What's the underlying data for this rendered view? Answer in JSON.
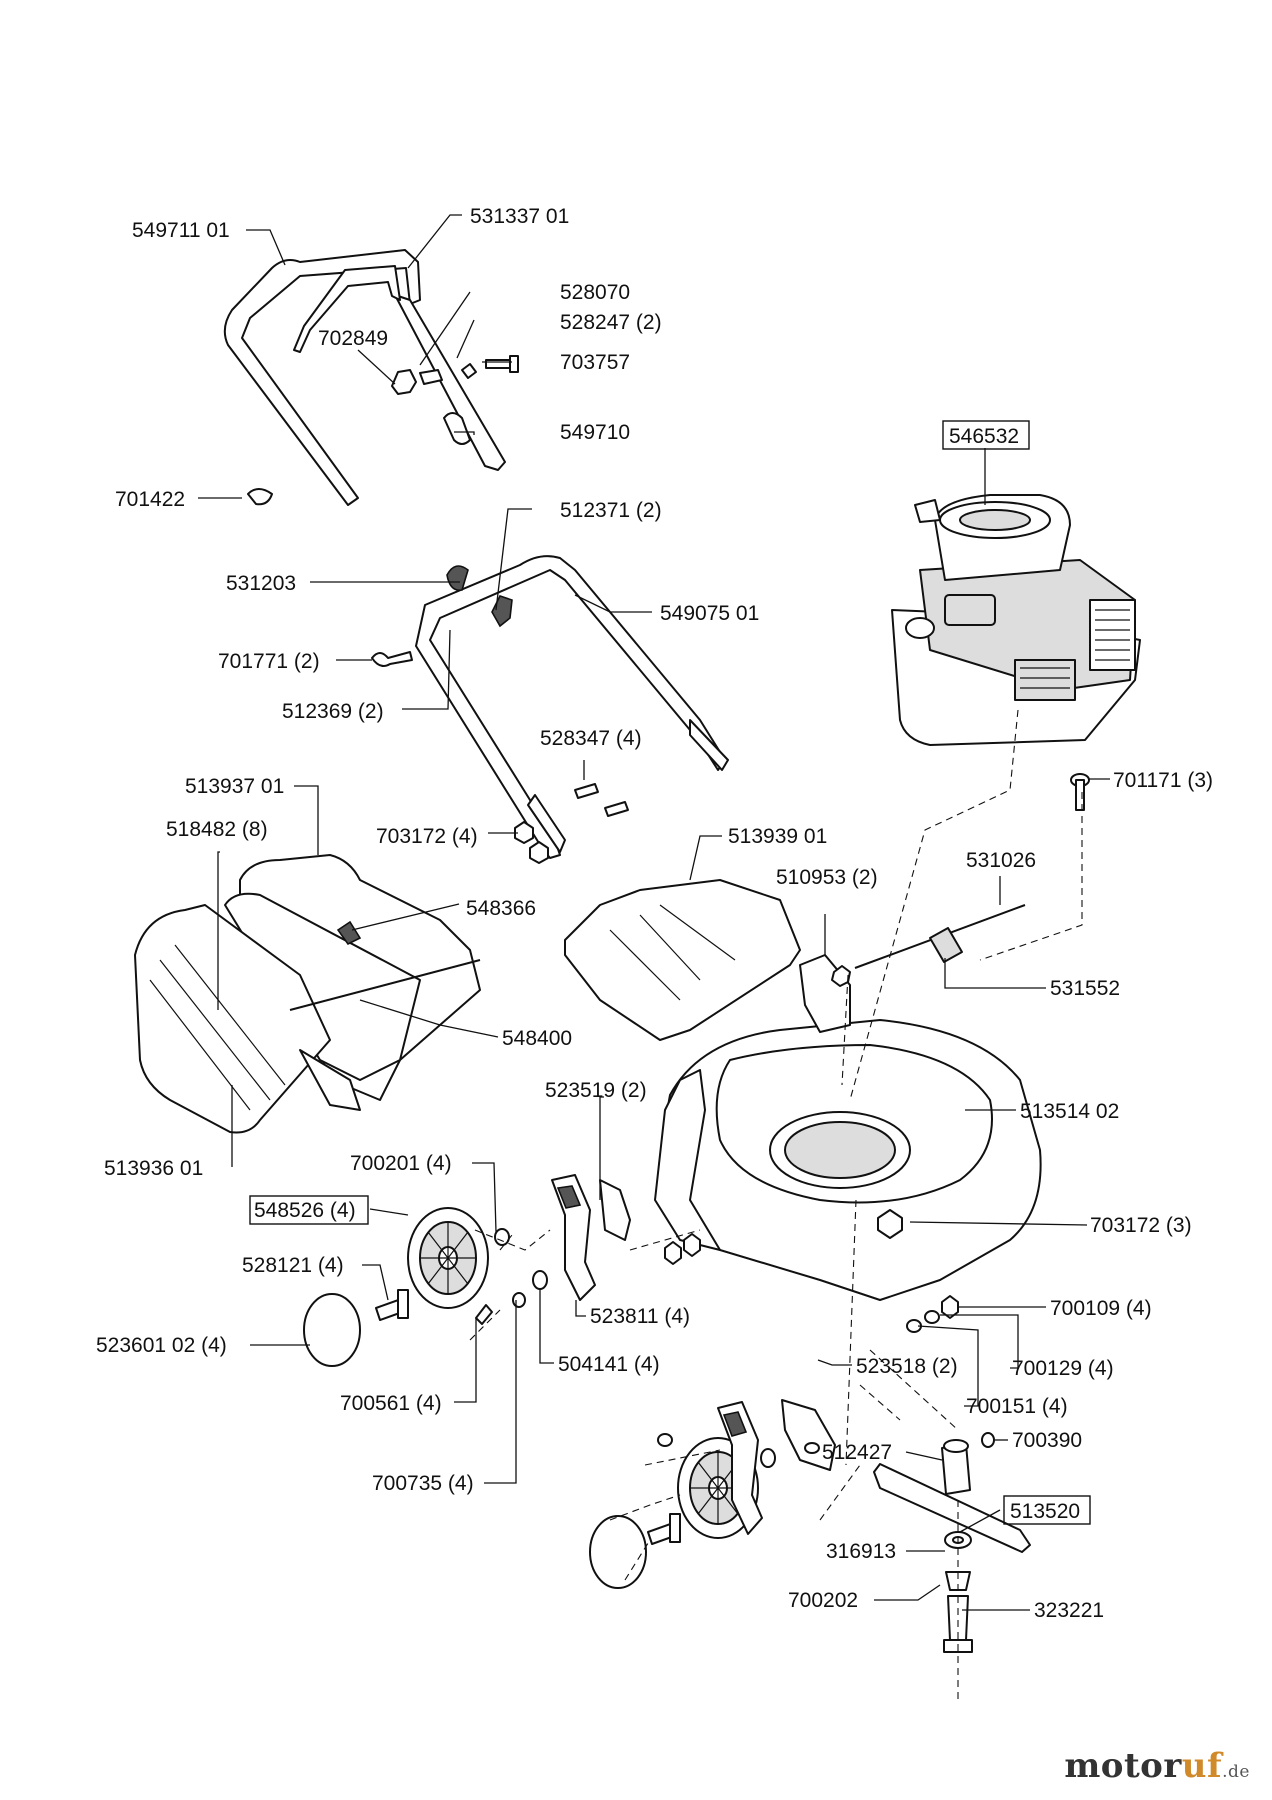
{
  "labels": [
    {
      "id": "p549711",
      "text": "549711 01"
    },
    {
      "id": "p531337",
      "text": "531337 01"
    },
    {
      "id": "p528070",
      "text": "528070"
    },
    {
      "id": "p528247",
      "text": "528247 (2)"
    },
    {
      "id": "p702849",
      "text": "702849"
    },
    {
      "id": "p703757",
      "text": "703757"
    },
    {
      "id": "p549710",
      "text": "549710"
    },
    {
      "id": "p701422",
      "text": "701422"
    },
    {
      "id": "p546532",
      "text": "546532"
    },
    {
      "id": "p512371",
      "text": "512371 (2)"
    },
    {
      "id": "p531203",
      "text": "531203"
    },
    {
      "id": "p549075",
      "text": "549075 01"
    },
    {
      "id": "p701771",
      "text": "701771 (2)"
    },
    {
      "id": "p512369",
      "text": "512369 (2)"
    },
    {
      "id": "p528347",
      "text": "528347 (4)"
    },
    {
      "id": "p701171",
      "text": "701171 (3)"
    },
    {
      "id": "p513937",
      "text": "513937 01"
    },
    {
      "id": "p518482",
      "text": "518482 (8)"
    },
    {
      "id": "p703172a",
      "text": "703172 (4)"
    },
    {
      "id": "p513939",
      "text": "513939 01"
    },
    {
      "id": "p531026",
      "text": "531026"
    },
    {
      "id": "p510953",
      "text": "510953 (2)"
    },
    {
      "id": "p548366",
      "text": "548366"
    },
    {
      "id": "p531552",
      "text": "531552"
    },
    {
      "id": "p548400",
      "text": "548400"
    },
    {
      "id": "p523519",
      "text": "523519 (2)"
    },
    {
      "id": "p513514",
      "text": "513514 02"
    },
    {
      "id": "p513936",
      "text": "513936 01"
    },
    {
      "id": "p700201",
      "text": "700201 (4)"
    },
    {
      "id": "p548526",
      "text": "548526 (4)"
    },
    {
      "id": "p703172b",
      "text": "703172 (3)"
    },
    {
      "id": "p528121",
      "text": "528121 (4)"
    },
    {
      "id": "p700109",
      "text": "700109 (4)"
    },
    {
      "id": "p523811",
      "text": "523811 (4)"
    },
    {
      "id": "p523601",
      "text": "523601 02 (4)"
    },
    {
      "id": "p504141",
      "text": "504141 (4)"
    },
    {
      "id": "p523518",
      "text": "523518 (2)"
    },
    {
      "id": "p700129",
      "text": "700129 (4)"
    },
    {
      "id": "p700561",
      "text": "700561 (4)"
    },
    {
      "id": "p700151",
      "text": "700151 (4)"
    },
    {
      "id": "p700390",
      "text": "700390"
    },
    {
      "id": "p512427",
      "text": "512427"
    },
    {
      "id": "p513520",
      "text": "513520"
    },
    {
      "id": "p700735",
      "text": "700735 (4)"
    },
    {
      "id": "p316913",
      "text": "316913"
    },
    {
      "id": "p700202",
      "text": "700202"
    },
    {
      "id": "p323221",
      "text": "323221"
    }
  ],
  "watermark": {
    "brand": "motor",
    "accent": "uf",
    "tld": ".de"
  }
}
